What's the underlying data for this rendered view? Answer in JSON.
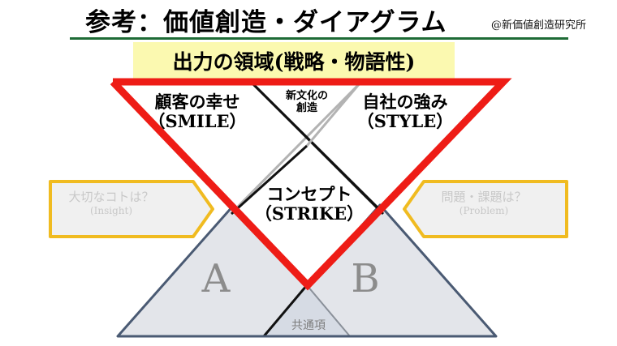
{
  "header": {
    "title": "参考：価値創造・ダイアグラム",
    "byline": "@新価値創造研究所",
    "rule_color": "#1e6b36"
  },
  "banner": {
    "text": "出力の領域(戦略・物語性)",
    "background_color": "#fbf9b0"
  },
  "diagram": {
    "output_triangle_color": "#ee1c16",
    "base_triangle_fill": "#e3e5ea",
    "base_triangle_stroke": "#4a5a73",
    "overlap_fill": "#d6dbe4",
    "overlap_stroke": "#8a9099",
    "x_line_dark": "#000000",
    "x_line_light": "#b3b3b3",
    "callout_stroke": "#f0bb20",
    "callout_fill": "#f0f0f0",
    "labels": {
      "smile_line1": "顧客の幸せ",
      "smile_line2": "（SMILE）",
      "style_line1": "自社の強み",
      "style_line2": "（STYLE）",
      "newculture_line1": "新文化の",
      "newculture_line2": "創造",
      "concept_line1": "コンセプト",
      "concept_line2": "（STRIKE）",
      "triangle_a": "A",
      "triangle_b": "B",
      "common_term": "共通項"
    }
  },
  "callouts": {
    "left": {
      "question": "大切なコトは？",
      "english": "(Insight)"
    },
    "right": {
      "question": "問題・課題は？",
      "english": "(Problem)"
    }
  }
}
